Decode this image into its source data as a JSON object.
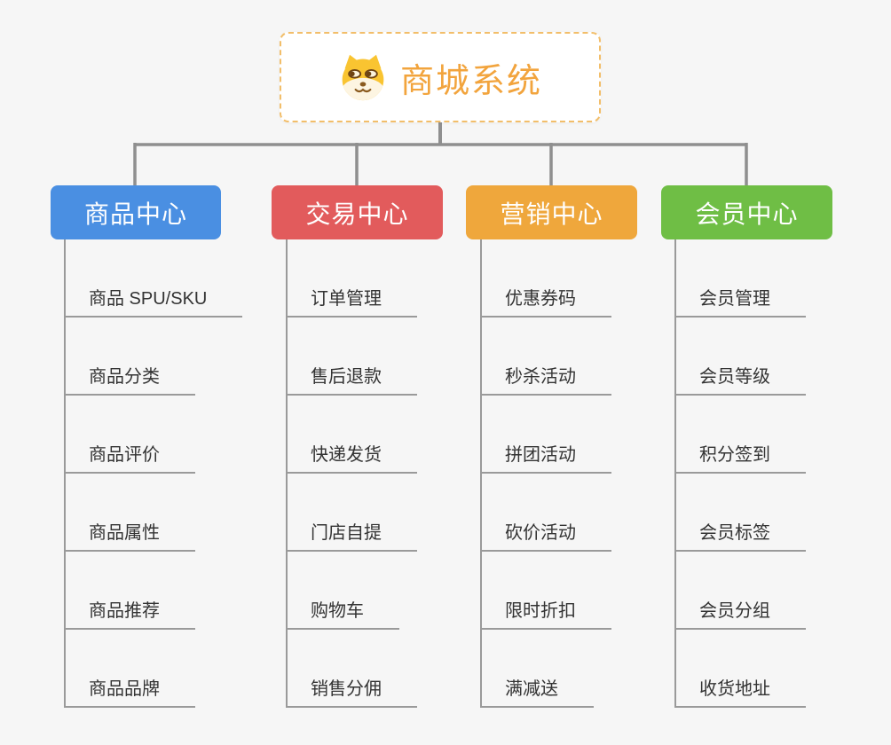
{
  "canvas": {
    "background": "#F6F6F6",
    "line_color": "#8F8F8F"
  },
  "root": {
    "label": "商城系统",
    "icon": "doge-face-icon",
    "text_color": "#F2A43D",
    "border_color": "#F2BE6A"
  },
  "branches": [
    {
      "label": "商品中心",
      "color": "#4A8FE2",
      "items": [
        "商品 SPU/SKU",
        "商品分类",
        "商品评价",
        "商品属性",
        "商品推荐",
        "商品品牌"
      ]
    },
    {
      "label": "交易中心",
      "color": "#E25B5C",
      "items": [
        "订单管理",
        "售后退款",
        "快递发货",
        "门店自提",
        "购物车",
        "销售分佣"
      ]
    },
    {
      "label": "营销中心",
      "color": "#EFA73C",
      "items": [
        "优惠券码",
        "秒杀活动",
        "拼团活动",
        "砍价活动",
        "限时折扣",
        "满减送"
      ]
    },
    {
      "label": "会员中心",
      "color": "#6FBE45",
      "items": [
        "会员管理",
        "会员等级",
        "积分签到",
        "会员标签",
        "会员分组",
        "收货地址"
      ]
    }
  ]
}
